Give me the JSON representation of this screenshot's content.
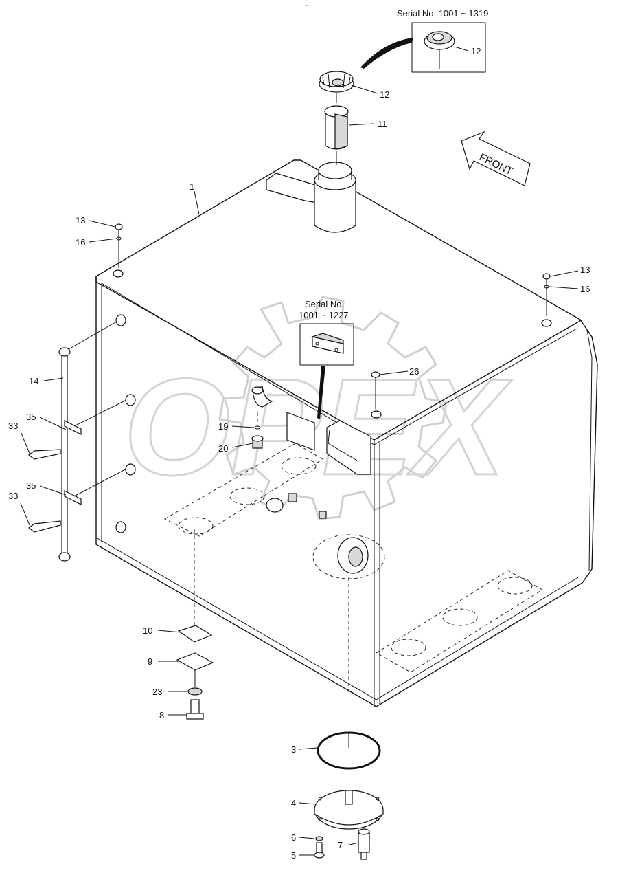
{
  "diagram": {
    "inset_top": {
      "serial_label": "Serial No. 1001 ~ 1319",
      "callout": "12"
    },
    "inset_mid": {
      "serial_label_line1": "Serial No.",
      "serial_label_line2": "1001 ~ 1227"
    },
    "front_arrow": {
      "label": "FRONT"
    },
    "watermark": {
      "text": "OPEX"
    },
    "callouts": {
      "c1": "1",
      "c3": "3",
      "c4": "4",
      "c5": "5",
      "c6": "6",
      "c7": "7",
      "c8": "8",
      "c9": "9",
      "c10": "10",
      "c11": "11",
      "c12": "12",
      "c13a": "13",
      "c13b": "13",
      "c14": "14",
      "c16a": "16",
      "c16b": "16",
      "c19": "19",
      "c20": "20",
      "c23": "23",
      "c26": "26",
      "c33a": "33",
      "c33b": "33",
      "c35a": "35",
      "c35b": "35"
    }
  }
}
